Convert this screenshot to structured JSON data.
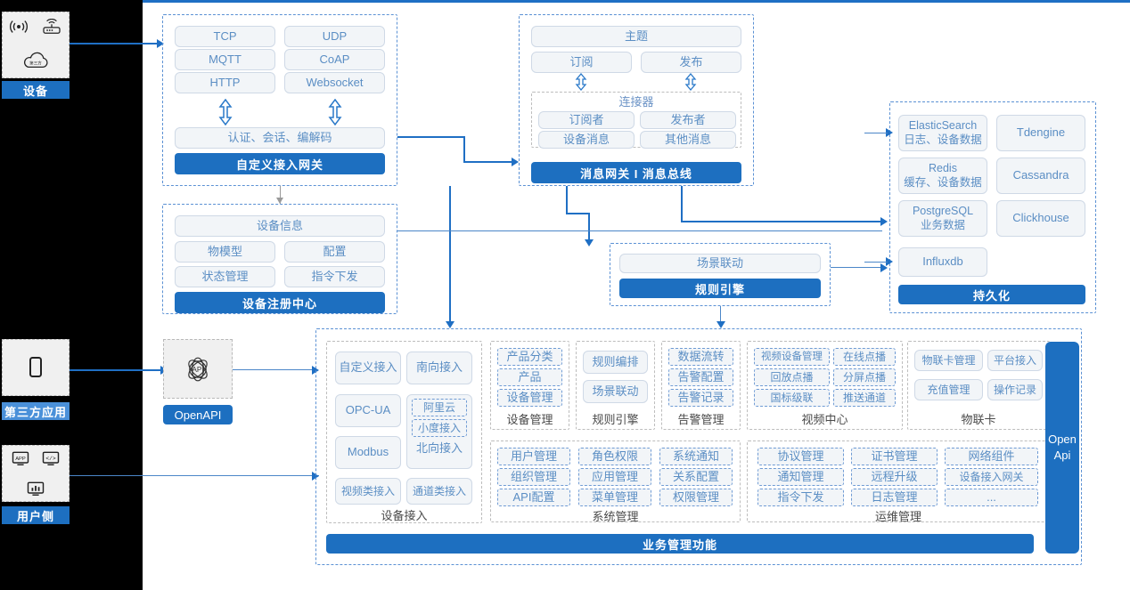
{
  "rail": {
    "device": {
      "label": "设备",
      "icons": [
        "wifi-signal-icon",
        "router-icon",
        "cloud-icon"
      ]
    },
    "third_party": {
      "label": "第三方应用",
      "icons": [
        "mobile-phone-icon"
      ]
    },
    "user_side": {
      "label": "用户侧",
      "icons": [
        "app-monitor-icon",
        "code-monitor-icon",
        "chart-monitor-icon"
      ]
    }
  },
  "gateway": {
    "protocols": [
      "TCP",
      "UDP",
      "MQTT",
      "CoAP",
      "HTTP",
      "Websocket"
    ],
    "middle": "认证、会话、编解码",
    "bar": "自定义接入网关"
  },
  "message": {
    "topic": "主题",
    "subscribe": "订阅",
    "publish": "发布",
    "connector_title": "连接器",
    "connector_items": [
      "订阅者",
      "发布者",
      "设备消息",
      "其他消息"
    ],
    "bar": "消息网关 I 消息总线"
  },
  "registry": {
    "info": "设备信息",
    "items": [
      "物模型",
      "配置",
      "状态管理",
      "指令下发"
    ],
    "bar": "设备注册中心"
  },
  "rule": {
    "scene": "场景联动",
    "bar": "规则引擎"
  },
  "persistence": {
    "items": [
      {
        "name": "ElasticSearch",
        "sub": "日志、设备数据"
      },
      {
        "name": "Tdengine",
        "sub": ""
      },
      {
        "name": "Redis",
        "sub": "缓存、设备数据"
      },
      {
        "name": "Cassandra",
        "sub": ""
      },
      {
        "name": "PostgreSQL",
        "sub": "业务数据"
      },
      {
        "name": "Clickhouse",
        "sub": ""
      },
      {
        "name": "Influxdb",
        "sub": ""
      }
    ],
    "bar": "持久化"
  },
  "openapi": {
    "badge": "OpenAPI",
    "icon": "api-atom-icon",
    "side_line1": "Open",
    "side_line2": "Api"
  },
  "business": {
    "bar": "业务管理功能",
    "device_access": {
      "caption": "设备接入",
      "items": [
        "自定义接入",
        "南向接入",
        "OPC-UA",
        "Modbus",
        "视频类接入",
        "通道类接入"
      ],
      "northbound": {
        "sub": [
          "阿里云",
          "小度接入"
        ],
        "label": "北向接入"
      }
    },
    "groups": [
      {
        "caption": "设备管理",
        "items": [
          "产品分类",
          "产品",
          "设备管理"
        ]
      },
      {
        "caption": "规则引擎",
        "items": [
          "规则编排",
          "场景联动"
        ]
      },
      {
        "caption": "告警管理",
        "items": [
          "数据流转",
          "告警配置",
          "告警记录"
        ]
      },
      {
        "caption": "视频中心",
        "items": [
          "视频设备管理",
          "在线点播",
          "回放点播",
          "分屏点播",
          "国标级联",
          "推送通道"
        ]
      },
      {
        "caption": "物联卡",
        "items": [
          "物联卡管理",
          "平台接入",
          "充值管理",
          "操作记录"
        ]
      },
      {
        "caption": "系统管理",
        "items": [
          "用户管理",
          "角色权限",
          "系统通知",
          "组织管理",
          "应用管理",
          "关系配置",
          "API配置",
          "菜单管理",
          "权限管理"
        ]
      },
      {
        "caption": "运维管理",
        "items": [
          "协议管理",
          "证书管理",
          "网络组件",
          "通知管理",
          "远程升级",
          "设备接入网关",
          "指令下发",
          "日志管理",
          "..."
        ]
      }
    ]
  },
  "colors": {
    "accent": "#1d6fc0",
    "pill_text": "#5b8ec4",
    "pill_bg": "#f2f5f8",
    "pill_border": "#cfd9e6",
    "dash_border": "#5b91d4",
    "canvas": "#ffffff",
    "rail_bg": "#000000"
  }
}
